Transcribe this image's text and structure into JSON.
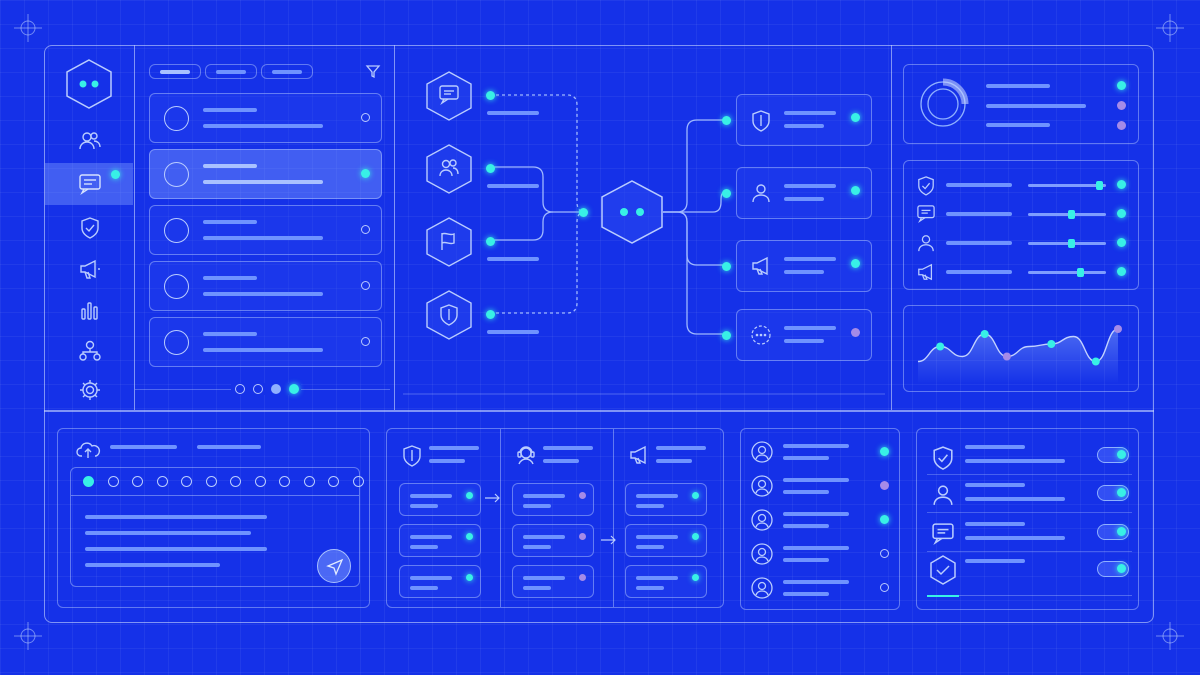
{
  "theme": {
    "background": "#1531e8",
    "accent": "#38f0e6",
    "secondary": "#a58be8",
    "line": "#8fb0ff"
  },
  "brand": {
    "icon": "bot-hexagon-icon"
  },
  "sidebar": {
    "items": [
      {
        "icon": "users-icon"
      },
      {
        "icon": "chat-icon",
        "active": true
      },
      {
        "icon": "shield-check-icon"
      },
      {
        "icon": "megaphone-icon"
      },
      {
        "icon": "bar-chart-icon"
      },
      {
        "icon": "network-icon"
      },
      {
        "icon": "gear-icon"
      }
    ]
  },
  "list_panel": {
    "tabs": [
      {
        "active": true
      },
      {
        "active": false
      },
      {
        "active": false
      }
    ],
    "filter_icon": "filter-icon",
    "rows": [
      {
        "status": "hollow"
      },
      {
        "status": "cyan",
        "selected": true
      },
      {
        "status": "hollow"
      },
      {
        "status": "hollow"
      },
      {
        "status": "hollow"
      }
    ],
    "pagination": {
      "pages": 4,
      "current": 4
    }
  },
  "flow": {
    "inputs": [
      {
        "icon": "chat-icon"
      },
      {
        "icon": "users-icon"
      },
      {
        "icon": "flag-icon"
      },
      {
        "icon": "shield-icon"
      }
    ],
    "hub": "bot-hexagon-icon",
    "outputs": [
      {
        "icon": "shield-icon",
        "status": "cyan"
      },
      {
        "icon": "user-icon",
        "status": "cyan"
      },
      {
        "icon": "megaphone-icon",
        "status": "cyan"
      },
      {
        "icon": "more-icon",
        "status": "purple"
      }
    ]
  },
  "stats": {
    "donut_icon": "donut-chart-icon",
    "dots": [
      "cyan",
      "purple",
      "purple"
    ]
  },
  "controls": {
    "rows": [
      {
        "icon": "shield-check-icon",
        "level": 0.95
      },
      {
        "icon": "chat-icon",
        "level": 0.55
      },
      {
        "icon": "user-icon",
        "level": 0.55
      },
      {
        "icon": "megaphone-icon",
        "level": 0.68
      }
    ]
  },
  "trend": {
    "points": [
      0.25,
      0.55,
      0.35,
      0.8,
      0.35,
      0.55,
      0.6,
      0.75,
      0.25,
      0.9
    ],
    "purple_points": [
      4,
      9
    ]
  },
  "composer": {
    "cloud_icon": "cloud-upload-icon",
    "toolbar_count": 12,
    "send_icon": "send-icon"
  },
  "kanban": {
    "columns": [
      {
        "icon": "shield-icon",
        "cards": [
          "cyan",
          "cyan",
          "cyan"
        ]
      },
      {
        "icon": "support-agent-icon",
        "cards": [
          "purple",
          "purple",
          "purple"
        ]
      },
      {
        "icon": "megaphone-icon",
        "cards": [
          "cyan",
          "cyan",
          "cyan"
        ]
      }
    ]
  },
  "contacts": {
    "rows": [
      {
        "status": "cyan"
      },
      {
        "status": "purple"
      },
      {
        "status": "cyan"
      },
      {
        "status": "hollow"
      },
      {
        "status": "hollow"
      }
    ]
  },
  "settings": {
    "rows": [
      {
        "icon": "shield-check-icon",
        "on": true
      },
      {
        "icon": "user-icon",
        "on": true
      },
      {
        "icon": "chat-icon",
        "on": true
      },
      {
        "icon": "check-hexagon-icon",
        "on": true
      }
    ]
  }
}
